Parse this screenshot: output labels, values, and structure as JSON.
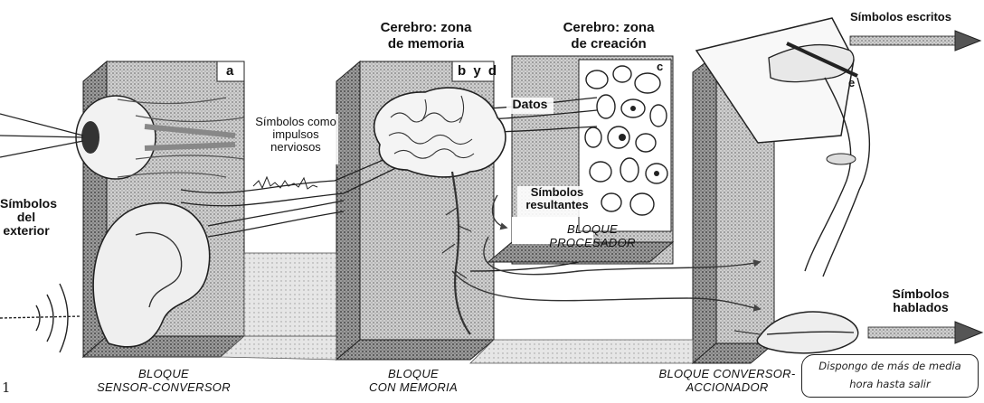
{
  "margin_mark": "1",
  "labels": {
    "symbols_exterior": "Símbolos\ndel\nexterior",
    "memory_zone": "Cerebro: zona\nde memoria",
    "creation_zone": "Cerebro: zona\nde creación",
    "written_symbols": "Símbolos escritos",
    "spoken_symbols": "Símbolos\nhablados",
    "nerve_impulses": "Símbolos como\nimpulsos\nnerviosos",
    "data": "Datos",
    "resulting_symbols": "Símbolos\nresultantes"
  },
  "letters": {
    "a": "a",
    "b_y_d": "b y d",
    "c": "c",
    "e": "e"
  },
  "blocks": {
    "sensor": "BLOQUE\nSENSOR-CONVERSOR",
    "memory": "BLOQUE\nCON MEMORIA",
    "processor": "BLOQUE\nPROCESADOR",
    "actuator": "BLOQUE CONVERSOR-\nACCIONADOR"
  },
  "handwritten_note": "Dispongo de más de media hora hasta salir",
  "colors": {
    "ink": "#111111",
    "block_face": "#c9c9c9",
    "block_shadow": "#8a8a8a",
    "nerve": "#9a9a9a"
  },
  "icons": [
    "eye-icon",
    "ear-icon",
    "brain-icon",
    "bone-tissue-icon",
    "hand-with-pen-icon",
    "mouth-icon",
    "sound-waves-icon"
  ]
}
